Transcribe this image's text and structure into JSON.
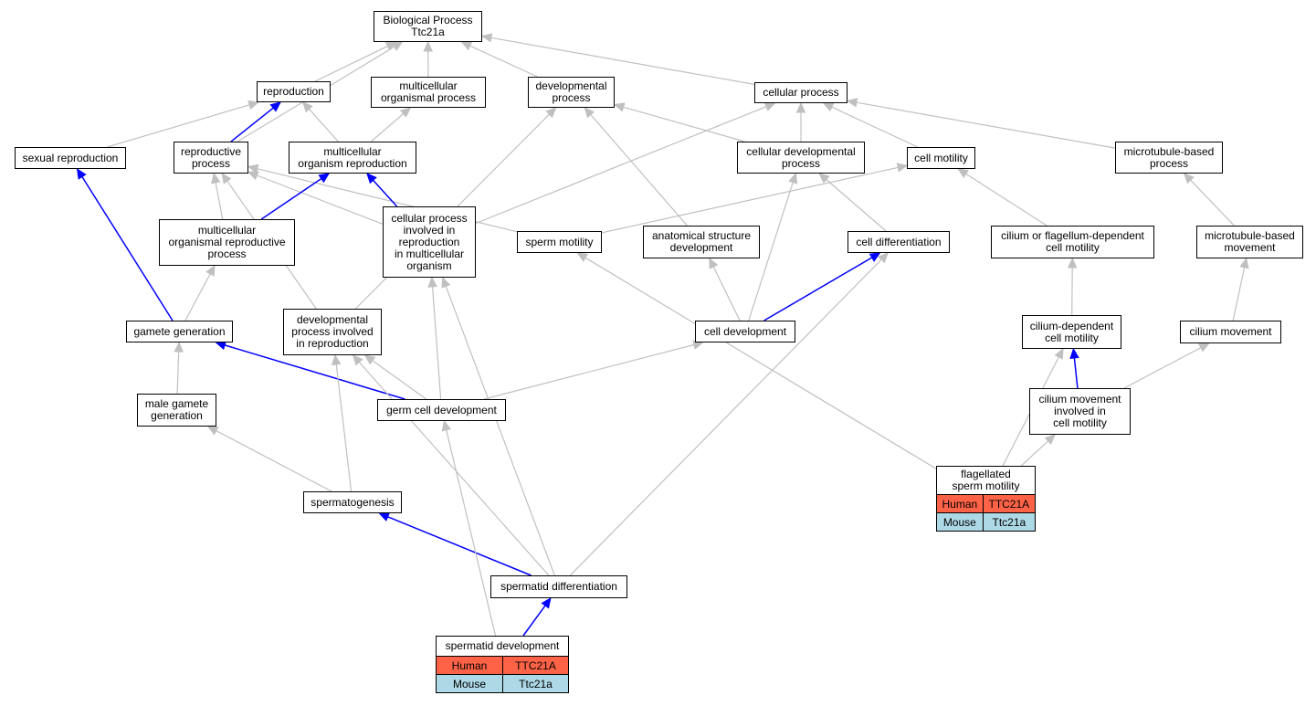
{
  "colors": {
    "edge_gray": "#c0c0c0",
    "edge_blue": "#0000ff",
    "human_row": "#ff6347",
    "mouse_row": "#add8e6"
  },
  "nodes": {
    "biological_process": "Biological Process\nTtc21a",
    "reproduction": "reproduction",
    "multicellular_organismal_process": "multicellular\norganismal process",
    "developmental_process": "developmental\nprocess",
    "cellular_process": "cellular process",
    "sexual_reproduction": "sexual reproduction",
    "reproductive_process": "reproductive\nprocess",
    "multicellular_organism_reproduction": "multicellular\norganism reproduction",
    "cellular_developmental_process": "cellular developmental\nprocess",
    "cell_motility": "cell motility",
    "microtubule_based_process": "microtubule-based\nprocess",
    "multicellular_organismal_reproductive_process": "multicellular\norganismal reproductive\nprocess",
    "cellular_process_involved_in_reproduction": "cellular process\ninvolved in\nreproduction\nin multicellular\norganism",
    "sperm_motility": "sperm motility",
    "anatomical_structure_development": "anatomical structure\ndevelopment",
    "cell_differentiation": "cell differentiation",
    "cilium_or_flagellum_dependent_cell_motility": "cilium or flagellum-dependent\ncell motility",
    "microtubule_based_movement": "microtubule-based\nmovement",
    "gamete_generation": "gamete generation",
    "developmental_process_involved_in_reproduction": "developmental\nprocess involved\nin reproduction",
    "cell_development": "cell development",
    "cilium_dependent_cell_motility": "cilium-dependent\ncell motility",
    "cilium_movement": "cilium movement",
    "male_gamete_generation": "male gamete\ngeneration",
    "germ_cell_development": "germ cell development",
    "cilium_movement_involved_in_cell_motility": "cilium movement\ninvolved in\ncell motility",
    "spermatogenesis": "spermatogenesis",
    "spermatid_differentiation": "spermatid differentiation"
  },
  "annotated_nodes": {
    "flagellated_sperm_motility": {
      "title": "flagellated\nsperm motility",
      "human_label": "Human",
      "human_gene": "TTC21A",
      "mouse_label": "Mouse",
      "mouse_gene": "Ttc21a"
    },
    "spermatid_development": {
      "title": "spermatid development",
      "human_label": "Human",
      "human_gene": "TTC21A",
      "mouse_label": "Mouse",
      "mouse_gene": "Ttc21a"
    }
  },
  "edges": [
    {
      "from": "reproduction",
      "to": "biological_process",
      "color": "gray"
    },
    {
      "from": "multicellular_organismal_process",
      "to": "biological_process",
      "color": "gray"
    },
    {
      "from": "developmental_process",
      "to": "biological_process",
      "color": "gray"
    },
    {
      "from": "cellular_process",
      "to": "biological_process",
      "color": "gray"
    },
    {
      "from": "reproductive_process",
      "to": "biological_process",
      "color": "gray"
    },
    {
      "from": "sexual_reproduction",
      "to": "reproduction",
      "color": "gray"
    },
    {
      "from": "reproductive_process",
      "to": "reproduction",
      "color": "blue"
    },
    {
      "from": "multicellular_organism_reproduction",
      "to": "reproduction",
      "color": "gray"
    },
    {
      "from": "multicellular_organism_reproduction",
      "to": "multicellular_organismal_process",
      "color": "gray"
    },
    {
      "from": "cellular_developmental_process",
      "to": "developmental_process",
      "color": "gray"
    },
    {
      "from": "anatomical_structure_development",
      "to": "developmental_process",
      "color": "gray"
    },
    {
      "from": "developmental_process_involved_in_reproduction",
      "to": "developmental_process",
      "color": "gray"
    },
    {
      "from": "cellular_developmental_process",
      "to": "cellular_process",
      "color": "gray"
    },
    {
      "from": "cell_motility",
      "to": "cellular_process",
      "color": "gray"
    },
    {
      "from": "microtubule_based_process",
      "to": "cellular_process",
      "color": "gray"
    },
    {
      "from": "cellular_process_involved_in_reproduction",
      "to": "cellular_process",
      "color": "gray"
    },
    {
      "from": "multicellular_organismal_reproductive_process",
      "to": "reproductive_process",
      "color": "gray"
    },
    {
      "from": "cellular_process_involved_in_reproduction",
      "to": "reproductive_process",
      "color": "gray"
    },
    {
      "from": "sperm_motility",
      "to": "reproductive_process",
      "color": "gray"
    },
    {
      "from": "developmental_process_involved_in_reproduction",
      "to": "reproductive_process",
      "color": "gray"
    },
    {
      "from": "multicellular_organismal_reproductive_process",
      "to": "multicellular_organism_reproduction",
      "color": "blue"
    },
    {
      "from": "cellular_process_involved_in_reproduction",
      "to": "multicellular_organism_reproduction",
      "color": "blue"
    },
    {
      "from": "sperm_motility",
      "to": "cell_motility",
      "color": "gray"
    },
    {
      "from": "cilium_or_flagellum_dependent_cell_motility",
      "to": "cell_motility",
      "color": "gray"
    },
    {
      "from": "cell_differentiation",
      "to": "cellular_developmental_process",
      "color": "gray"
    },
    {
      "from": "cell_development",
      "to": "cellular_developmental_process",
      "color": "gray"
    },
    {
      "from": "microtubule_based_movement",
      "to": "microtubule_based_process",
      "color": "gray"
    },
    {
      "from": "gamete_generation",
      "to": "sexual_reproduction",
      "color": "blue"
    },
    {
      "from": "gamete_generation",
      "to": "multicellular_organismal_reproductive_process",
      "color": "gray"
    },
    {
      "from": "cell_development",
      "to": "anatomical_structure_development",
      "color": "gray"
    },
    {
      "from": "cell_development",
      "to": "cell_differentiation",
      "color": "blue"
    },
    {
      "from": "cilium_dependent_cell_motility",
      "to": "cilium_or_flagellum_dependent_cell_motility",
      "color": "gray"
    },
    {
      "from": "cilium_movement",
      "to": "microtubule_based_movement",
      "color": "gray"
    },
    {
      "from": "male_gamete_generation",
      "to": "gamete_generation",
      "color": "gray"
    },
    {
      "from": "germ_cell_development",
      "to": "gamete_generation",
      "color": "blue"
    },
    {
      "from": "germ_cell_development",
      "to": "developmental_process_involved_in_reproduction",
      "color": "gray"
    },
    {
      "from": "germ_cell_development",
      "to": "cellular_process_involved_in_reproduction",
      "color": "gray"
    },
    {
      "from": "germ_cell_development",
      "to": "cell_development",
      "color": "gray"
    },
    {
      "from": "cilium_movement_involved_in_cell_motility",
      "to": "cilium_dependent_cell_motility",
      "color": "blue"
    },
    {
      "from": "cilium_movement_involved_in_cell_motility",
      "to": "cilium_movement",
      "color": "gray"
    },
    {
      "from": "spermatogenesis",
      "to": "male_gamete_generation",
      "color": "gray"
    },
    {
      "from": "spermatogenesis",
      "to": "developmental_process_involved_in_reproduction",
      "color": "gray"
    },
    {
      "from": "flagellated_sperm_motility",
      "to": "sperm_motility",
      "color": "gray"
    },
    {
      "from": "flagellated_sperm_motility",
      "to": "cilium_dependent_cell_motility",
      "color": "gray"
    },
    {
      "from": "flagellated_sperm_motility",
      "to": "cilium_movement_involved_in_cell_motility",
      "color": "gray"
    },
    {
      "from": "spermatid_differentiation",
      "to": "spermatogenesis",
      "color": "blue"
    },
    {
      "from": "spermatid_differentiation",
      "to": "developmental_process_involved_in_reproduction",
      "color": "gray"
    },
    {
      "from": "spermatid_differentiation",
      "to": "cellular_process_involved_in_reproduction",
      "color": "gray"
    },
    {
      "from": "spermatid_differentiation",
      "to": "cell_differentiation",
      "color": "gray"
    },
    {
      "from": "spermatid_development",
      "to": "spermatid_differentiation",
      "color": "blue"
    },
    {
      "from": "spermatid_development",
      "to": "germ_cell_development",
      "color": "gray"
    }
  ]
}
